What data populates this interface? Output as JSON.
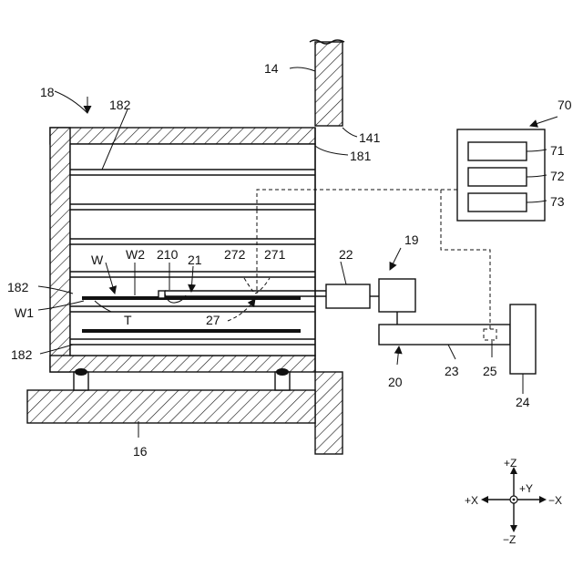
{
  "labels": {
    "l18": "18",
    "l14": "14",
    "l141": "141",
    "l181": "181",
    "l182_top": "182",
    "l182_left": "182",
    "l182_bottom": "182",
    "l16": "16",
    "lW": "W",
    "lW1": "W1",
    "lW2": "W2",
    "lT": "T",
    "l210": "210",
    "l21": "21",
    "l272": "272",
    "l271": "271",
    "l27": "27",
    "l22": "22",
    "l19": "19",
    "l20": "20",
    "l23": "23",
    "l25": "25",
    "l24": "24",
    "l70": "70",
    "l71": "71",
    "l72": "72",
    "l73": "73"
  },
  "axes": {
    "plus_z": "+Z",
    "minus_z": "−Z",
    "plus_x": "+X",
    "minus_x": "−X",
    "plus_y": "+Y"
  }
}
